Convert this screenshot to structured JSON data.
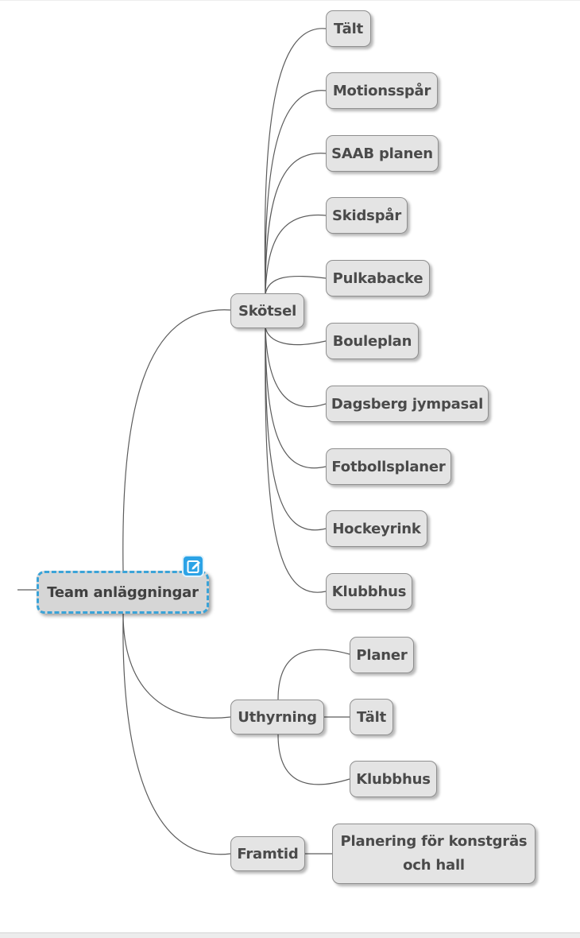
{
  "map": {
    "root": {
      "label": "Team anläggningar",
      "has_note": true
    },
    "branches": [
      {
        "label": "Skötsel",
        "children": [
          "Tält",
          "Motionsspår",
          "SAAB planen",
          "Skidspår",
          "Pulkabacke",
          "Bouleplan",
          "Dagsberg jympasal",
          "Fotbollsplaner",
          "Hockeyrink",
          "Klubbhus"
        ]
      },
      {
        "label": "Uthyrning",
        "children": [
          "Planer",
          "Tält",
          "Klubbhus"
        ]
      },
      {
        "label": "Framtid",
        "children": [
          "Planering för konstgräs och hall"
        ]
      }
    ]
  },
  "colors": {
    "node_fill": "#e4e4e4",
    "node_border": "#8f8f8f",
    "text": "#4a4a4a",
    "connector": "#5c5c5c",
    "root_dashed_border": "#3aa3d8",
    "note_icon": "#2ca3e6"
  },
  "icons": {
    "root_note": "note-icon"
  }
}
